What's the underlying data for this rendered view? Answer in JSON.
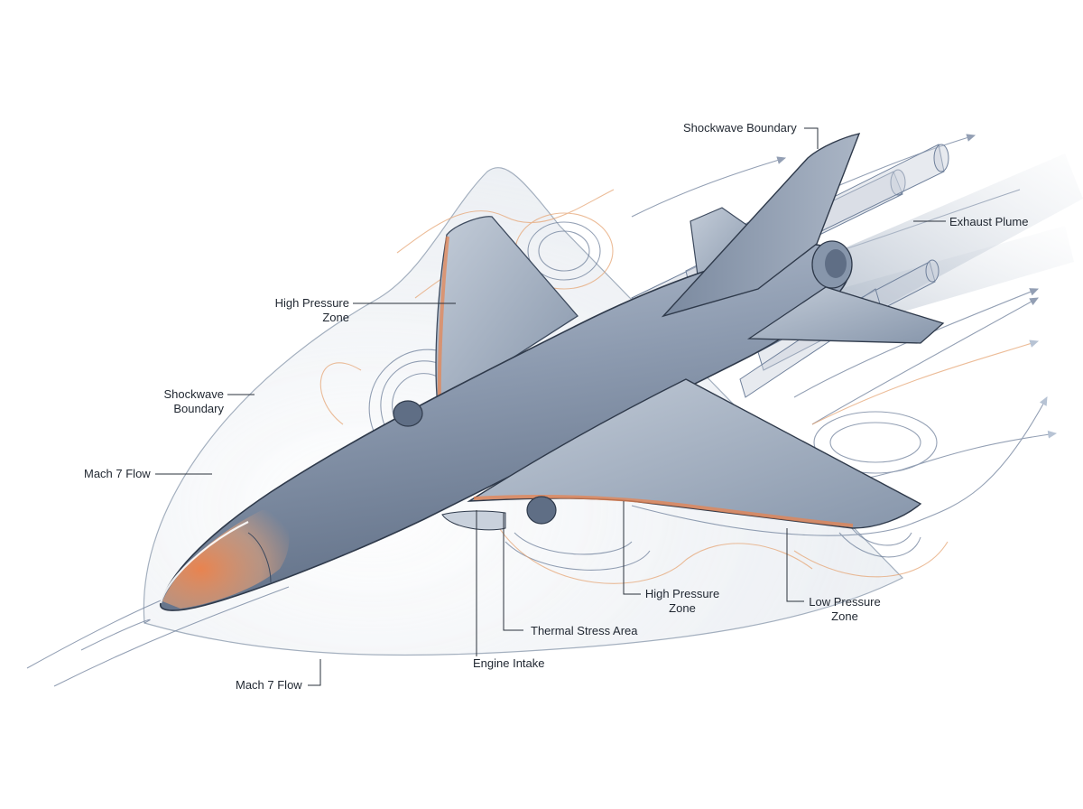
{
  "labels": {
    "shockwave_top": "Shockwave Boundary",
    "exhaust_plume": "Exhaust Plume",
    "high_pressure_wing_1": "High Pressure",
    "high_pressure_wing_2": "Zone",
    "shockwave_left_1": "Shockwave",
    "shockwave_left_2": "Boundary",
    "mach_flow_upper": "Mach 7 Flow",
    "mach_flow_lower": "Mach 7 Flow",
    "engine_intake": "Engine Intake",
    "thermal_stress": "Thermal Stress Area",
    "high_pressure_lower_1": "High Pressure",
    "high_pressure_lower_2": "Zone",
    "low_pressure_1": "Low Pressure",
    "low_pressure_2": "Zone"
  },
  "colors": {
    "airframe": "#8d9bb0",
    "airframe_dark": "#5f6e85",
    "heat": "#e8834f",
    "flow_blue": "#6f809b",
    "flow_orange": "#e6a676",
    "shock_fill": "#e9edf2",
    "leader": "#2a313b"
  }
}
